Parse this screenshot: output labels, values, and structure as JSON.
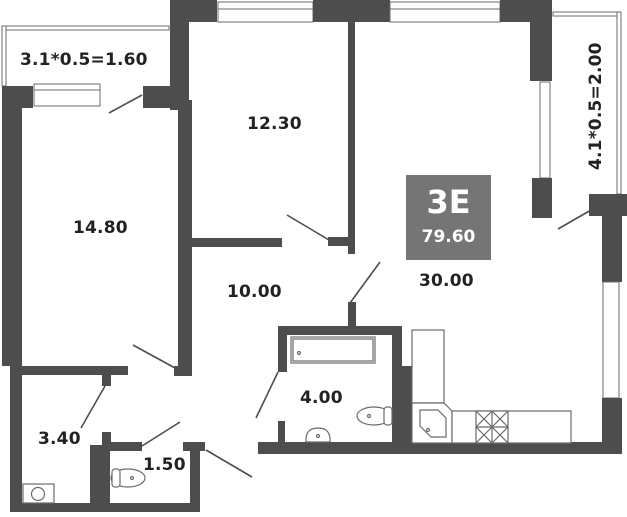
{
  "apartment": {
    "type_code": "3E",
    "total_area": "79.60"
  },
  "rooms": [
    {
      "id": "balcony-left",
      "label": "3.1*0.5=1.60"
    },
    {
      "id": "bedroom-left",
      "label": "14.80"
    },
    {
      "id": "bedroom-middle",
      "label": "12.30"
    },
    {
      "id": "living-kitchen",
      "label": "30.00"
    },
    {
      "id": "hallway",
      "label": "10.00"
    },
    {
      "id": "bathroom",
      "label": "4.00"
    },
    {
      "id": "storage",
      "label": "3.40"
    },
    {
      "id": "toilet",
      "label": "1.50"
    },
    {
      "id": "balcony-right",
      "label": "4.1*0.5=2.00"
    }
  ],
  "colors": {
    "wall": "#4d4d4d",
    "badge": "#757575",
    "fixture_line": "#6b6b6b",
    "text": "#222222"
  }
}
